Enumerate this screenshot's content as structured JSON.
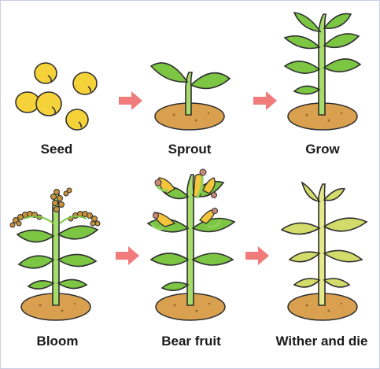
{
  "stages": [
    {
      "label": "Seed"
    },
    {
      "label": "Sprout"
    },
    {
      "label": "Grow"
    },
    {
      "label": "Bloom"
    },
    {
      "label": "Bear fruit"
    },
    {
      "label": "Wither and die"
    }
  ],
  "colors": {
    "leaf": "#7cc644",
    "leaf_outline": "#2f2f2f",
    "stem_light": "#a6dc6a",
    "soil": "#d9a04f",
    "soil_dark": "#b9813a",
    "seed": "#f5d23a",
    "arrow": "#f17b7b",
    "withered": "#d3dc6a",
    "grain": "#c9923a",
    "corn": "#f2c53a",
    "husk": "#8fd05a"
  },
  "icons": [
    "arrow-right-icon"
  ]
}
